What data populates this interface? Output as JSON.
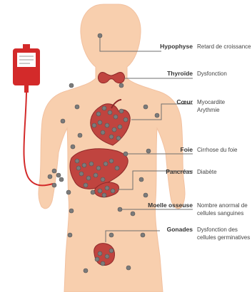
{
  "organs": [
    {
      "id": "hypophyse",
      "name": "Hypophyse",
      "effect": [
        "Retard de croissance"
      ]
    },
    {
      "id": "thyroide",
      "name": "Thyroïde",
      "effect": [
        "Dysfonction"
      ]
    },
    {
      "id": "coeur",
      "name": "Cœur",
      "effect": [
        "Myocardite",
        "Arythmie"
      ]
    },
    {
      "id": "foie",
      "name": "Foie",
      "effect": [
        "Cirrhose du foie"
      ]
    },
    {
      "id": "pancreas",
      "name": "Pancréas",
      "effect": [
        "Diabète"
      ]
    },
    {
      "id": "moelle",
      "name": "Moelle osseuse",
      "effect": [
        "Nombre anormal de",
        "cellules sanguines"
      ]
    },
    {
      "id": "gonades",
      "name": "Gonades",
      "effect": [
        "Dysfonction des",
        "cellules germinatives"
      ]
    }
  ],
  "colors": {
    "skin": "#f8cfae",
    "skin_edge": "#f2c1a0",
    "organ": "#c0443f",
    "organ_dark": "#8e2a2a",
    "iron_particle": "#7b7b7b",
    "blood_bag": "#d32a2a",
    "leader_line": "#6f6f6f"
  },
  "icons": [
    "blood-bag-icon",
    "iron-particle-icon"
  ]
}
